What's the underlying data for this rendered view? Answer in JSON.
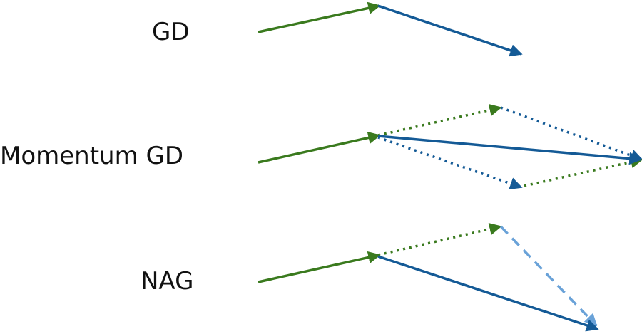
{
  "labels": {
    "gd": "GD",
    "momentum_gd": "Momentum GD",
    "nag": "NAG"
  },
  "colors": {
    "gradient": "#3a7a1e",
    "momentum": "#145a96",
    "lookahead": "#6aa2d8",
    "text": "#111111"
  }
}
